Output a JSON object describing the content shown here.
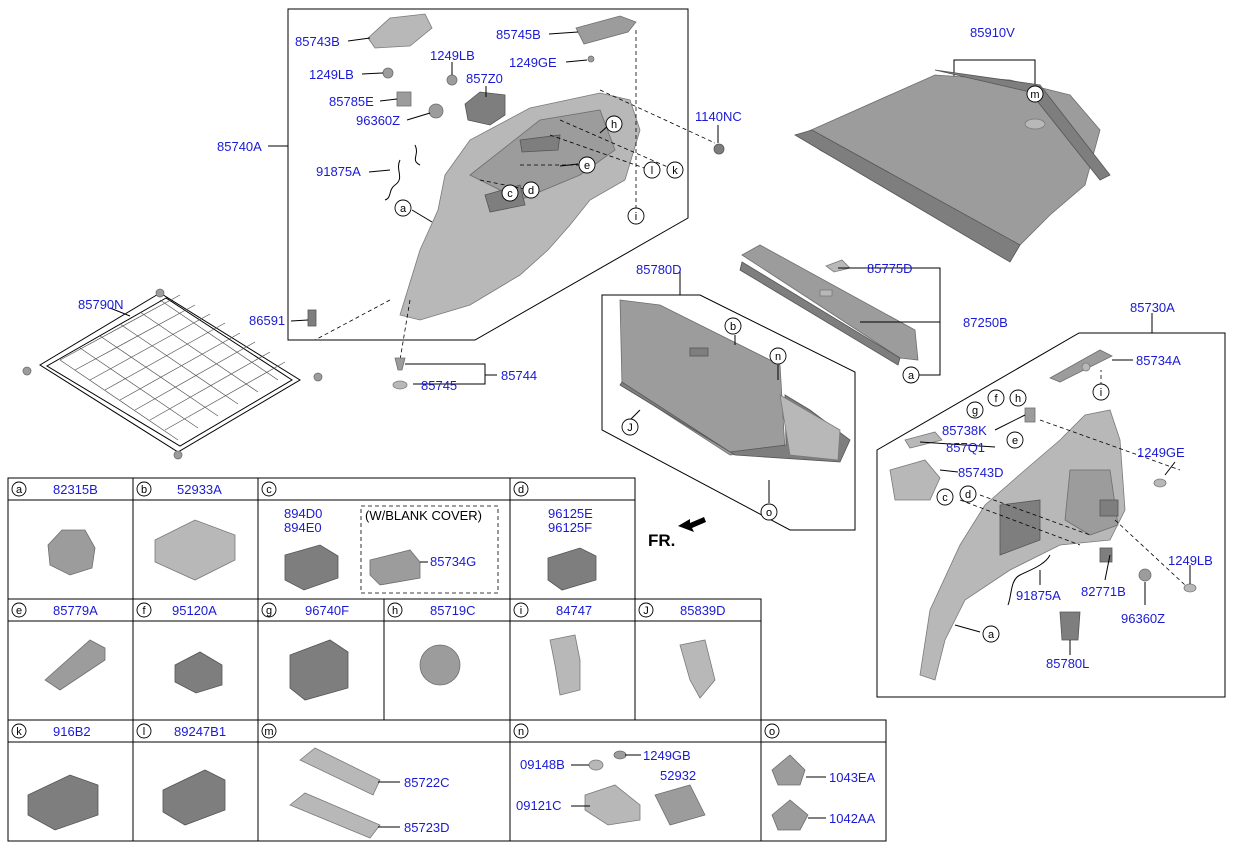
{
  "labels": {
    "p85743B": "85743B",
    "p1249LB_a": "1249LB",
    "p1249LB_b": "1249LB",
    "p857Z0": "857Z0",
    "p85785E": "85785E",
    "p96360Z_a": "96360Z",
    "p85745B": "85745B",
    "p1249GE_a": "1249GE",
    "p85740A": "85740A",
    "p91875A_a": "91875A",
    "p1140NC": "1140NC",
    "p85910V": "85910V",
    "p85790N": "85790N",
    "p86591": "86591",
    "p85744": "85744",
    "p85745": "85745",
    "p85780D": "85780D",
    "p85775D": "85775D",
    "p87250B": "87250B",
    "p85730A": "85730A",
    "p85734A": "85734A",
    "p85738K": "85738K",
    "p857Q1": "857Q1",
    "p85743D": "85743D",
    "p1249GE_b": "1249GE",
    "p1249LB_c": "1249LB",
    "p82771B": "82771B",
    "p91875A_b": "91875A",
    "p96360Z_b": "96360Z",
    "p85780L": "85780L",
    "fr": "FR."
  },
  "callouts": {
    "a1": "a",
    "c1": "c",
    "d1": "d",
    "e1": "e",
    "h1": "h",
    "l1": "l",
    "k1": "k",
    "i1": "i",
    "m1": "m",
    "b1": "b",
    "n1": "n",
    "J1": "J",
    "o1": "o",
    "a2": "a",
    "i2": "i",
    "g2": "g",
    "f2": "f",
    "h2": "h",
    "e2": "e",
    "c2": "c",
    "d2": "d",
    "a3": "a"
  },
  "table": {
    "row1": [
      {
        "key": "a",
        "part": "82315B"
      },
      {
        "key": "b",
        "part": "52933A"
      },
      {
        "key": "c",
        "part": ""
      },
      {
        "key": "d",
        "part": ""
      }
    ],
    "c_parts": [
      "894D0",
      "894E0"
    ],
    "c_blank_cover": "(W/BLANK COVER)",
    "c_blank_part": "85734G",
    "d_parts": [
      "96125E",
      "96125F"
    ],
    "row2": [
      {
        "key": "e",
        "part": "85779A"
      },
      {
        "key": "f",
        "part": "95120A"
      },
      {
        "key": "g",
        "part": "96740F"
      },
      {
        "key": "h",
        "part": "85719C"
      },
      {
        "key": "i",
        "part": "84747"
      },
      {
        "key": "J",
        "part": "85839D"
      }
    ],
    "row3": [
      {
        "key": "k",
        "part": "916B2"
      },
      {
        "key": "l",
        "part": "89247B1"
      },
      {
        "key": "m",
        "part": ""
      },
      {
        "key": "n",
        "part": ""
      },
      {
        "key": "o",
        "part": ""
      }
    ],
    "m_parts": [
      "85722C",
      "85723D"
    ],
    "n_parts": [
      "09148B",
      "1249GB",
      "52932",
      "09121C"
    ],
    "o_parts": [
      "1043EA",
      "1042AA"
    ]
  }
}
